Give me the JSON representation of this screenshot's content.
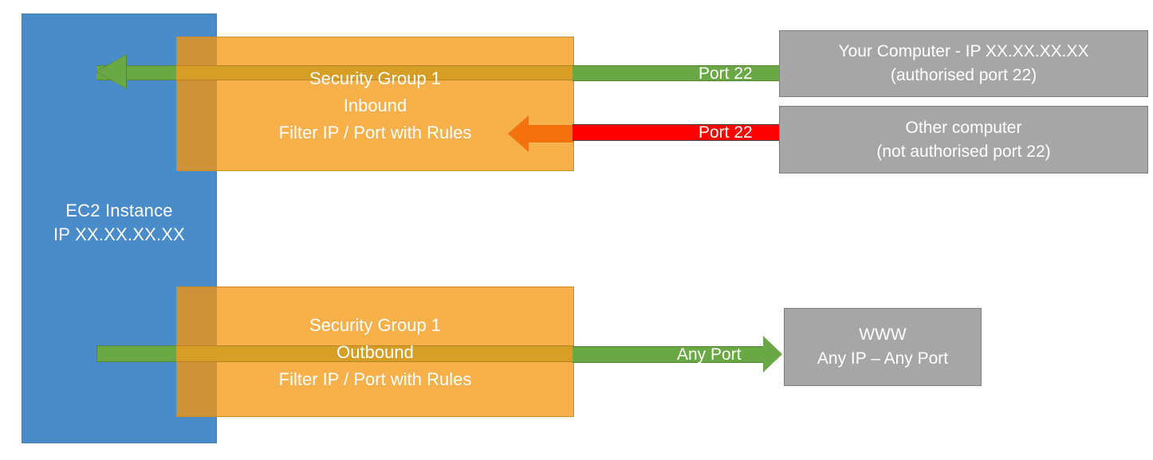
{
  "diagram": {
    "title": "AWS EC2 Security Group inbound and outbound traffic filtering",
    "colors": {
      "instance_blue": "#4A8BCA",
      "security_group_orange": "#F7B04A",
      "overlap_orange": "#CE9338",
      "allowed_green": "#6AA745",
      "blocked_red": "#FF0000",
      "blocked_arrow_orange": "#F4720E",
      "endpoint_grey": "#A6A6A6",
      "text_white": "#FFFFFF"
    }
  },
  "instance": {
    "name": "EC2 Instance",
    "ip": "IP XX.XX.XX.XX"
  },
  "security_groups": [
    {
      "id": "inbound",
      "title": "Security Group 1",
      "direction": "Inbound",
      "rule": "Filter IP / Port with Rules"
    },
    {
      "id": "outbound",
      "title": "Security Group 1",
      "direction": "Outbound",
      "rule": "Filter IP / Port with Rules"
    }
  ],
  "flows": [
    {
      "id": "allowed-inbound",
      "label": "Port 22",
      "state": "allowed",
      "color": "#6AA745",
      "direction": "inbound"
    },
    {
      "id": "blocked-inbound",
      "label": "Port 22",
      "state": "blocked",
      "color": "#FF0000",
      "direction": "inbound"
    },
    {
      "id": "allowed-outbound",
      "label": "Any Port",
      "state": "allowed",
      "color": "#6AA745",
      "direction": "outbound"
    }
  ],
  "endpoints": [
    {
      "id": "your-computer",
      "line1": "Your Computer - IP XX.XX.XX.XX",
      "line2": "(authorised port 22)"
    },
    {
      "id": "other-computer",
      "line1": "Other computer",
      "line2": "(not authorised port 22)"
    },
    {
      "id": "www",
      "line1": "WWW",
      "line2": "Any IP – Any Port"
    }
  ]
}
